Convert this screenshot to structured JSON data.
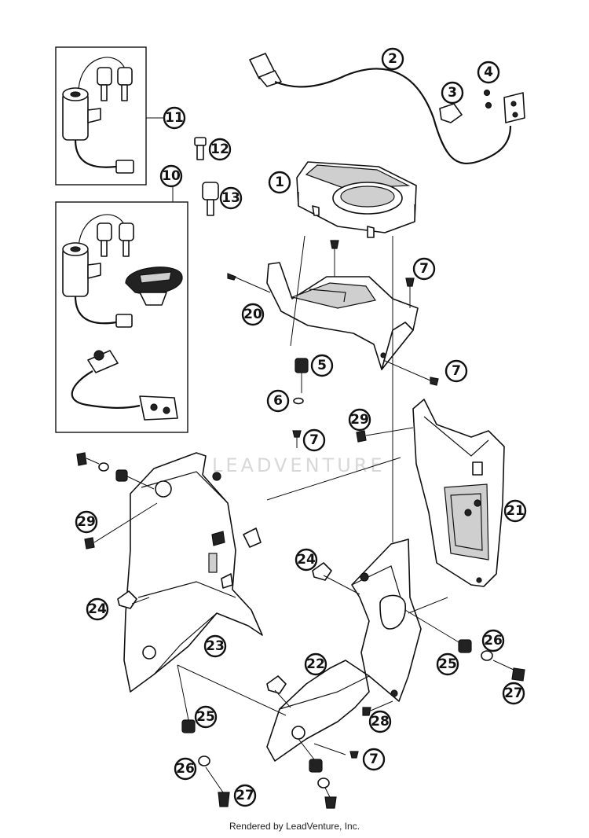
{
  "watermark": "LEADVENTURE",
  "footer": "Rendered by LeadVenture, Inc.",
  "callouts": [
    {
      "n": "1"
    },
    {
      "n": "2"
    },
    {
      "n": "3"
    },
    {
      "n": "4"
    },
    {
      "n": "5"
    },
    {
      "n": "6"
    },
    {
      "n": "7"
    },
    {
      "n": "7"
    },
    {
      "n": "7"
    },
    {
      "n": "7"
    },
    {
      "n": "7"
    },
    {
      "n": "10"
    },
    {
      "n": "11"
    },
    {
      "n": "12"
    },
    {
      "n": "13"
    },
    {
      "n": "20"
    },
    {
      "n": "21"
    },
    {
      "n": "22"
    },
    {
      "n": "23"
    },
    {
      "n": "24"
    },
    {
      "n": "24"
    },
    {
      "n": "25"
    },
    {
      "n": "25"
    },
    {
      "n": "26"
    },
    {
      "n": "26"
    },
    {
      "n": "27"
    },
    {
      "n": "27"
    },
    {
      "n": "28"
    },
    {
      "n": "29"
    },
    {
      "n": "29"
    }
  ]
}
